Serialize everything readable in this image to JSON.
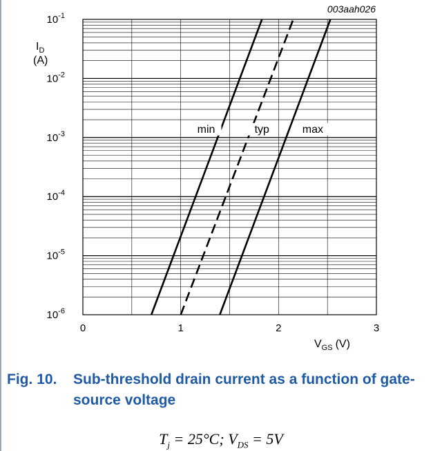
{
  "chart_data": {
    "type": "line",
    "reference": "003aah026",
    "title": "",
    "xlabel": {
      "main": "V",
      "sub": "GS",
      "unit": "(V)"
    },
    "ylabel": {
      "main": "I",
      "sub": "D",
      "unit": "(A)"
    },
    "xlim": [
      0,
      3
    ],
    "ylim": [
      1e-06,
      0.1
    ],
    "yscale": "log",
    "grid": true,
    "x_ticks": [
      "0",
      "1",
      "2",
      "3"
    ],
    "y_ticks": [
      {
        "base": "10",
        "exp": "-1",
        "value": 0.1
      },
      {
        "base": "10",
        "exp": "-2",
        "value": 0.01
      },
      {
        "base": "10",
        "exp": "-3",
        "value": 0.001
      },
      {
        "base": "10",
        "exp": "-4",
        "value": 0.0001
      },
      {
        "base": "10",
        "exp": "-5",
        "value": 1e-05
      },
      {
        "base": "10",
        "exp": "-6",
        "value": 1e-06
      }
    ],
    "series": [
      {
        "name": "min",
        "style": "solid",
        "x": [
          0.7,
          1.83
        ],
        "y": [
          1e-06,
          0.1
        ]
      },
      {
        "name": "typ",
        "style": "dashed",
        "x": [
          1.0,
          2.15
        ],
        "y": [
          1e-06,
          0.1
        ]
      },
      {
        "name": "max",
        "style": "solid",
        "x": [
          1.4,
          2.53
        ],
        "y": [
          1e-06,
          0.1
        ]
      }
    ]
  },
  "caption": {
    "number": "Fig. 10.",
    "text": "Sub-threshold drain current as a function of gate-source voltage"
  },
  "conditions": "T j = 25°C;  V DS = 5V",
  "conditions_parts": {
    "t": "T",
    "t_sub": "j",
    "t_val": " = 25°C;  ",
    "v": "V",
    "v_sub": "DS",
    "v_val": " = 5V"
  }
}
